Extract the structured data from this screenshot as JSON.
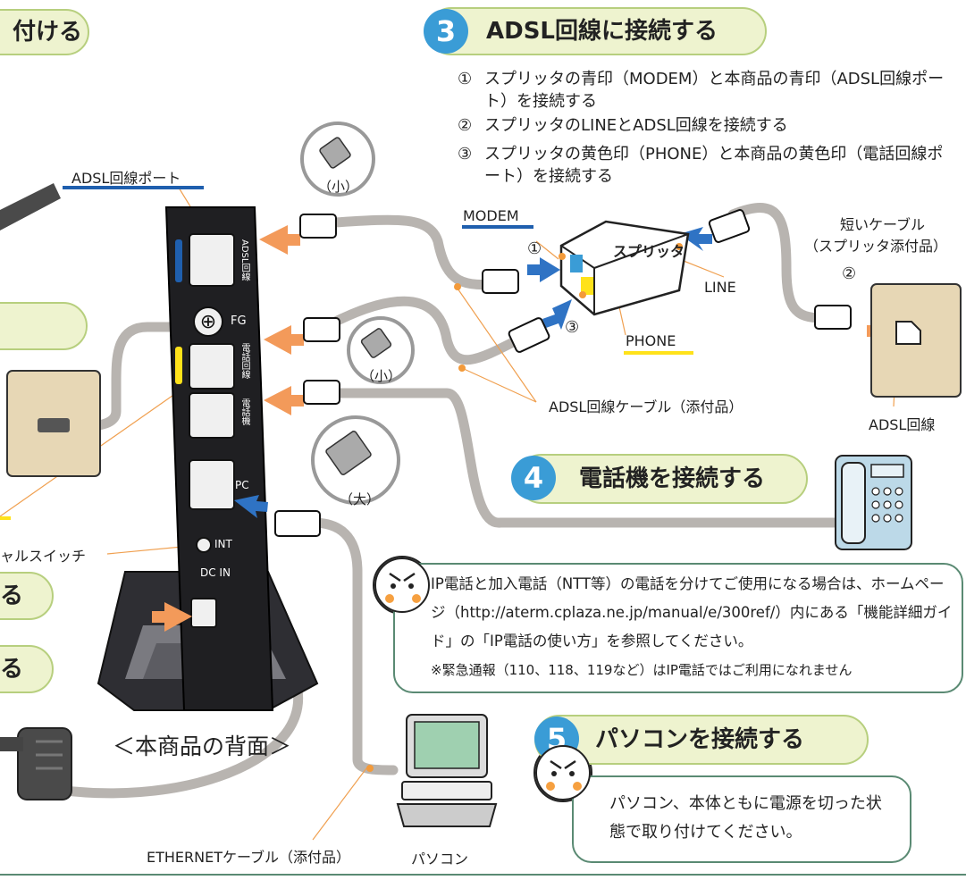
{
  "left_partial": {
    "top_title": "付ける",
    "switch_label": "ャルスイッチ",
    "pill_a": "る",
    "pill_b": "る"
  },
  "step3": {
    "number": "3",
    "title": "ADSL回線に接続する",
    "instructions": [
      {
        "num": "①",
        "text": "スプリッタの青印（MODEM）と本商品の青印（ADSL回線ポート）を接続する"
      },
      {
        "num": "②",
        "text": "スプリッタのLINEとADSL回線を接続する"
      },
      {
        "num": "③",
        "text": "スプリッタの黄色印（PHONE）と本商品の黄色印（電話回線ポート）を接続する"
      }
    ]
  },
  "step4": {
    "number": "4",
    "title": "電話機を接続する"
  },
  "step5": {
    "number": "5",
    "title": "パソコンを接続する"
  },
  "labels": {
    "adsl_port": "ADSL回線ポート",
    "modem": "MODEM",
    "phone": "PHONE",
    "line": "LINE",
    "splitter": "スプリッタ",
    "short_cable": "短いケーブル",
    "short_cable_note": "（スプリッタ添付品）",
    "adsl_cable": "ADSL回線ケーブル（添付品）",
    "adsl_line": "ADSL回線",
    "ethernet_cable": "ETHERNETケーブル（添付品）",
    "pc": "パソコン",
    "back_view": "＜本商品の背面＞",
    "small": "（小）",
    "large": "（大）",
    "num1": "①",
    "num2": "②",
    "num3": "③"
  },
  "device": {
    "port_adsl": "ADSL回線",
    "fg": "FG",
    "port_phone_line": "電話回線",
    "port_phone": "電話機",
    "pc": "PC",
    "int": "INT",
    "dc_in": "DC IN"
  },
  "notes": {
    "ip_phone": "IP電話と加入電話（NTT等）の電話を分けてご使用になる場合は、ホームページ（http://aterm.cplaza.ne.jp/manual/e/300ref/）内にある「機能詳細ガイド」の「IP電話の使い方」を参照してください。",
    "emergency": "※緊急通報（110、118、119など）はIP電話ではご利用になれません",
    "pc_power": "パソコン、本体ともに電源を切った状態で取り付けてください。"
  },
  "colors": {
    "accent_blue": "#3a9cd6",
    "pill_fill": "#eef3cf",
    "cable": "#b8b4b0",
    "arrow_orange": "#f39a5a",
    "arrow_blue": "#2f73c4",
    "marker_yellow": "#ffe21a",
    "marker_blue": "#1f5fae"
  }
}
